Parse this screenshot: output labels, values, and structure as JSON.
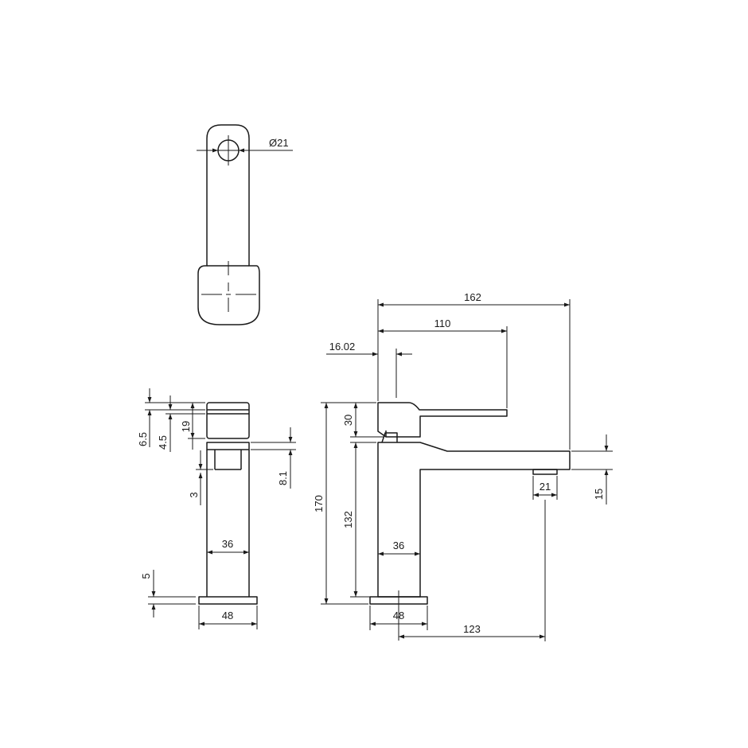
{
  "views": {
    "top": {
      "diameter": "Ø21"
    },
    "front": {
      "d6_5": "6.5",
      "d4_5": "4.5",
      "d19": "19",
      "d8_1": "8.1",
      "d3": "3",
      "d36": "36",
      "d5": "5",
      "d48": "48"
    },
    "side": {
      "d162": "162",
      "d110": "110",
      "d16_02": "16.02",
      "d30": "30",
      "d170": "170",
      "d132": "132",
      "d36": "36",
      "d48": "48",
      "d21": "21",
      "d15": "15",
      "d123": "123"
    }
  }
}
